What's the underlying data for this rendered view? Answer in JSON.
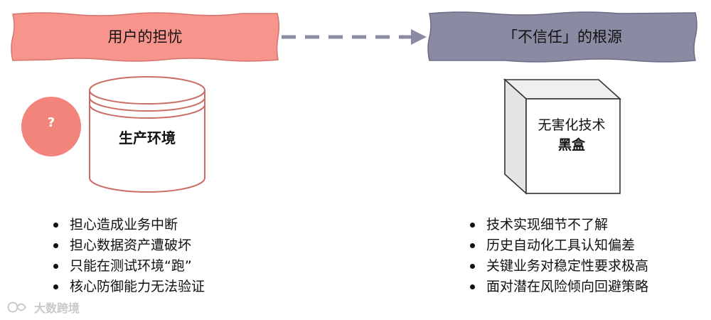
{
  "left_panel": {
    "title": "用户的担忧",
    "color": "#f7958c",
    "database_label": "生产环境",
    "question_mark": "?",
    "question_color": "#f2847c",
    "bullets": [
      "担心造成业务中断",
      "担心数据资产遭破坏",
      "只能在测试环境“跑”",
      "核心防御能力无法验证"
    ]
  },
  "right_panel": {
    "title": "「不信任」的根源",
    "color": "#8b8aa3",
    "box_label_line1": "无害化技术",
    "box_label_line2": "黑盒",
    "bullets": [
      "技术实现细节不了解",
      "历史自动化工具认知偏差",
      "关键业务对稳定性要求极高",
      "面对潜在风险倾向回避策略"
    ]
  },
  "watermark": "大数跨境"
}
